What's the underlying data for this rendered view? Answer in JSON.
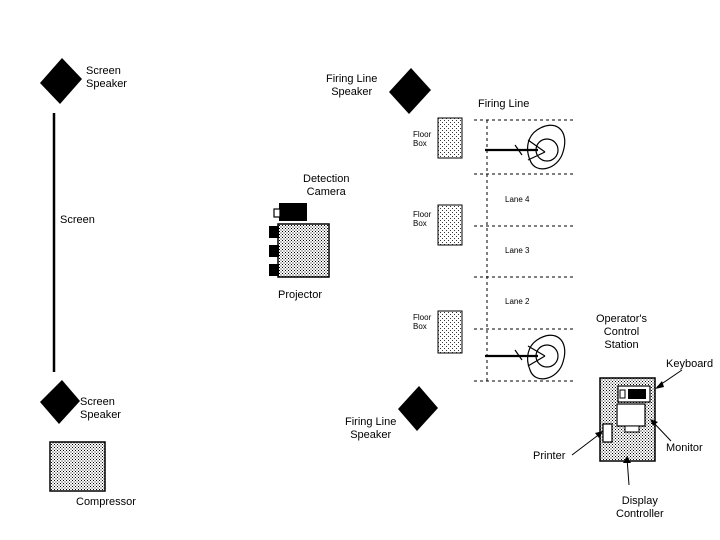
{
  "labels": {
    "screen_speaker_top": "Screen\nSpeaker",
    "screen": "Screen",
    "screen_speaker_bottom": "Screen\nSpeaker",
    "compressor": "Compressor",
    "firing_line_speaker_top": "Firing Line\nSpeaker",
    "firing_line": "Firing Line",
    "detection_camera": "Detection\nCamera",
    "projector": "Projector",
    "floor_box_1": "Floor\nBox",
    "floor_box_2": "Floor\nBox",
    "floor_box_3": "Floor\nBox",
    "lane_4": "Lane 4",
    "lane_3": "Lane 3",
    "lane_2": "Lane 2",
    "firing_line_speaker_bottom": "Firing Line\nSpeaker",
    "operators_control_station": "Operator's\nControl\nStation",
    "keyboard": "Keyboard",
    "monitor": "Monitor",
    "printer": "Printer",
    "display_controller": "Display\nController"
  }
}
